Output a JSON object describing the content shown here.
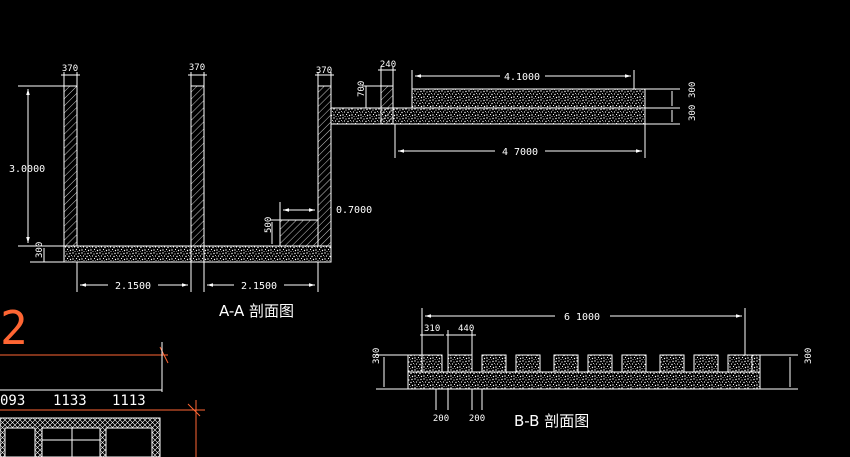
{
  "colors": {
    "background": "#000000",
    "lines": "#ffffff",
    "accent": "#ff6633"
  },
  "section_aa": {
    "title": "A-A 剖面图",
    "wall_thickness_1": "370",
    "wall_thickness_2": "370",
    "wall_thickness_3": "370",
    "wall_height": "3.0000",
    "base_thickness": "300",
    "bay_width_1": "2.1500",
    "bay_width_2": "2.1500",
    "step_height": "500",
    "step_width": "0.7000"
  },
  "upper_slab": {
    "curb_height": "700",
    "curb_width": "240",
    "top_length": "4.1000",
    "bottom_length": "4 7000",
    "top_thickness": "300",
    "bottom_thickness": "300"
  },
  "section_bb": {
    "title": "B-B 剖面图",
    "total_length": "6 1000",
    "first_block": "310",
    "block_width": "440",
    "left_height": "380",
    "right_height": "300",
    "gap_1": "200",
    "gap_2": "200"
  },
  "plan_fragment": {
    "grid_label": "2",
    "dim_1": "093",
    "dim_2": "1133",
    "dim_3": "1113"
  }
}
